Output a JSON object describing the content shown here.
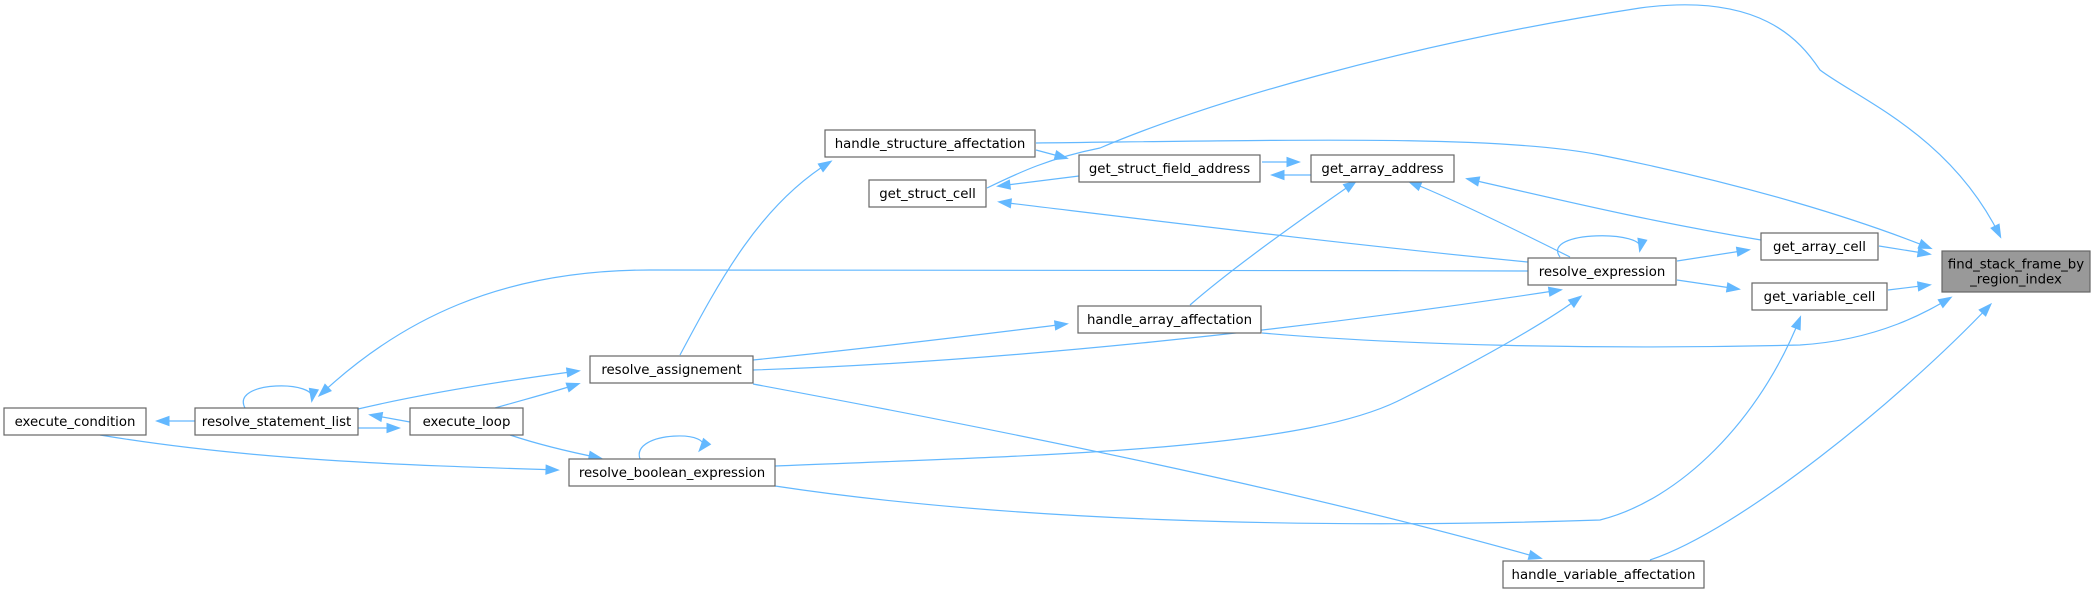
{
  "diagram": {
    "type": "caller-graph",
    "edge_color": "#63b8ff",
    "focus_fill": "#999999",
    "nodes": [
      {
        "id": "find_stack_frame",
        "lines": [
          "find_stack_frame_by",
          "_region_index"
        ],
        "focus": true
      },
      {
        "id": "get_array_cell",
        "lines": [
          "get_array_cell"
        ]
      },
      {
        "id": "get_variable_cell",
        "lines": [
          "get_variable_cell"
        ]
      },
      {
        "id": "resolve_expression",
        "lines": [
          "resolve_expression"
        ]
      },
      {
        "id": "get_array_address",
        "lines": [
          "get_array_address"
        ]
      },
      {
        "id": "get_struct_field_address",
        "lines": [
          "get_struct_field_address"
        ]
      },
      {
        "id": "handle_structure_affectation",
        "lines": [
          "handle_structure_affectation"
        ]
      },
      {
        "id": "get_struct_cell",
        "lines": [
          "get_struct_cell"
        ]
      },
      {
        "id": "handle_array_affectation",
        "lines": [
          "handle_array_affectation"
        ]
      },
      {
        "id": "resolve_assignement",
        "lines": [
          "resolve_assignement"
        ]
      },
      {
        "id": "resolve_statement_list",
        "lines": [
          "resolve_statement_list"
        ]
      },
      {
        "id": "execute_condition",
        "lines": [
          "execute_condition"
        ]
      },
      {
        "id": "execute_loop",
        "lines": [
          "execute_loop"
        ]
      },
      {
        "id": "resolve_boolean_expression",
        "lines": [
          "resolve_boolean_expression"
        ]
      },
      {
        "id": "handle_variable_affectation",
        "lines": [
          "handle_variable_affectation"
        ]
      }
    ],
    "edges": [
      {
        "from": "get_array_cell",
        "to": "find_stack_frame"
      },
      {
        "from": "get_variable_cell",
        "to": "find_stack_frame"
      },
      {
        "from": "handle_structure_affectation",
        "to": "find_stack_frame"
      },
      {
        "from": "get_struct_cell",
        "to": "find_stack_frame"
      },
      {
        "from": "handle_array_affectation",
        "to": "find_stack_frame"
      },
      {
        "from": "handle_variable_affectation",
        "to": "find_stack_frame"
      },
      {
        "from": "resolve_expression",
        "to": "get_array_cell"
      },
      {
        "from": "resolve_expression",
        "to": "get_variable_cell"
      },
      {
        "from": "resolve_boolean_expression",
        "to": "get_variable_cell"
      },
      {
        "from": "get_array_cell",
        "to": "get_array_address"
      },
      {
        "from": "resolve_expression",
        "to": "get_array_address"
      },
      {
        "from": "handle_array_affectation",
        "to": "get_array_address"
      },
      {
        "from": "get_array_address",
        "to": "get_struct_field_address"
      },
      {
        "from": "get_struct_field_address",
        "to": "get_array_address"
      },
      {
        "from": "handle_structure_affectation",
        "to": "get_struct_field_address"
      },
      {
        "from": "get_struct_field_address",
        "to": "get_struct_cell"
      },
      {
        "from": "resolve_expression",
        "to": "get_struct_cell"
      },
      {
        "from": "resolve_expression",
        "to": "resolve_expression"
      },
      {
        "from": "resolve_expression",
        "to": "resolve_statement_list"
      },
      {
        "from": "resolve_assignement",
        "to": "resolve_expression"
      },
      {
        "from": "resolve_boolean_expression",
        "to": "resolve_expression"
      },
      {
        "from": "resolve_assignement",
        "to": "handle_structure_affectation"
      },
      {
        "from": "resolve_assignement",
        "to": "handle_array_affectation"
      },
      {
        "from": "resolve_assignement",
        "to": "handle_variable_affectation"
      },
      {
        "from": "resolve_statement_list",
        "to": "resolve_assignement"
      },
      {
        "from": "execute_loop",
        "to": "resolve_assignement"
      },
      {
        "from": "resolve_statement_list",
        "to": "resolve_statement_list"
      },
      {
        "from": "resolve_statement_list",
        "to": "execute_condition"
      },
      {
        "from": "execute_loop",
        "to": "resolve_statement_list"
      },
      {
        "from": "resolve_statement_list",
        "to": "execute_loop"
      },
      {
        "from": "execute_loop",
        "to": "resolve_boolean_expression"
      },
      {
        "from": "execute_condition",
        "to": "resolve_boolean_expression"
      },
      {
        "from": "resolve_boolean_expression",
        "to": "resolve_boolean_expression"
      }
    ]
  }
}
